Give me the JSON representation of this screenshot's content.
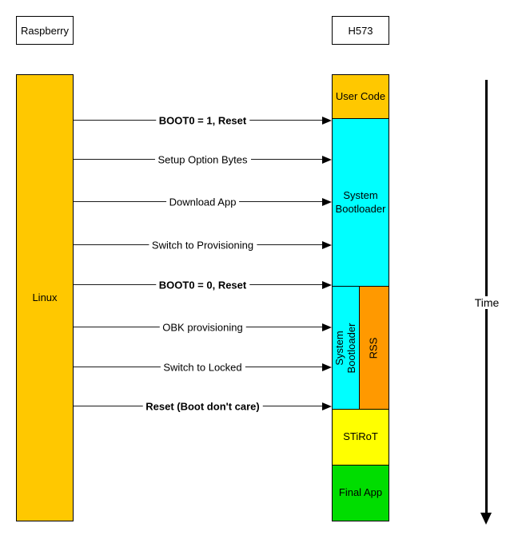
{
  "actors": {
    "left": {
      "title": "Raspberry",
      "lifeline_label": "Linux",
      "lifeline_color": "#FFC800"
    },
    "right": {
      "title": "H573"
    }
  },
  "messages": [
    {
      "label": "BOOT0 = 1, Reset",
      "emphasis": "bold"
    },
    {
      "label": "Setup Option Bytes",
      "emphasis": "normal"
    },
    {
      "label": "Download App",
      "emphasis": "normal"
    },
    {
      "label": "Switch to Provisioning",
      "emphasis": "normal"
    },
    {
      "label": "BOOT0 = 0, Reset",
      "emphasis": "bold"
    },
    {
      "label": "OBK provisioning",
      "emphasis": "normal"
    },
    {
      "label": "Switch to Locked",
      "emphasis": "normal"
    },
    {
      "label": "Reset (Boot don't care)",
      "emphasis": "bold"
    }
  ],
  "h573_segments": {
    "user_code": {
      "label": "User Code",
      "color": "#FFC800"
    },
    "system_bootloader": {
      "label": "System Bootloader",
      "color": "#00FFFF"
    },
    "system_bootloader_provisioning": {
      "label": "System Bootloader",
      "color": "#00FFFF"
    },
    "rss": {
      "label": "RSS",
      "color": "#FF9900"
    },
    "stirot": {
      "label": "STiRoT",
      "color": "#FFFF00"
    },
    "final_app": {
      "label": "Final App",
      "color": "#00DD00"
    }
  },
  "time_axis": {
    "label": "Time"
  }
}
